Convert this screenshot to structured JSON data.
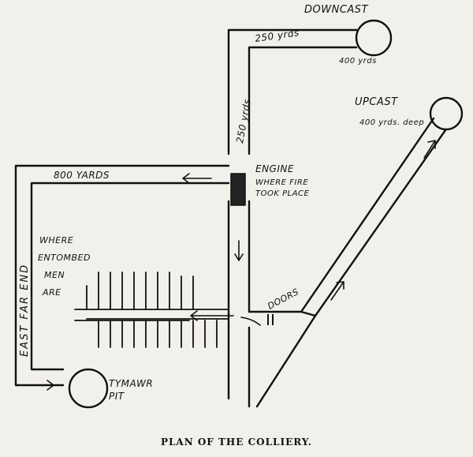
{
  "caption": "PLAN OF THE COLLIERY.",
  "labels": {
    "downcast": "DOWNCAST",
    "downcast_dist": "250 yrds",
    "downcast_depth": "400 yrds",
    "main_road_dist": "250 yrds",
    "upcast": "UPCAST",
    "upcast_depth": "400 yrds. deep",
    "engine_line1": "ENGINE",
    "engine_line2": "WHERE FIRE",
    "engine_line3": "TOOK PLACE",
    "west_road_dist": "800 YARDS",
    "east_far_end": "EAST FAR END",
    "entombed_line1": "WHERE",
    "entombed_line2": "ENTOMBED",
    "entombed_line3": "MEN",
    "entombed_line4": "ARE",
    "doors": "DOORS",
    "tymawr_line1": "TYMAWR",
    "tymawr_line2": "PIT"
  }
}
